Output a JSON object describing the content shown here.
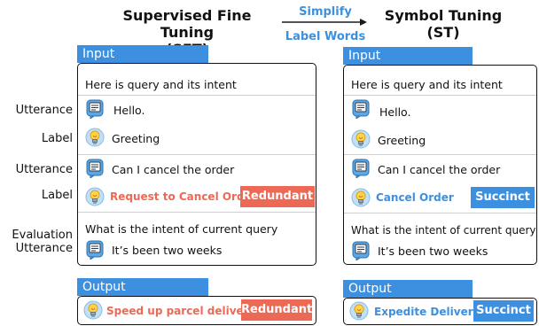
{
  "header": {
    "sft_line1": "Supervised Fine Tuning",
    "sft_line2": "(SFT)",
    "st_line1": "Symbol Tuning",
    "st_line2": "(ST)",
    "arrow_top": "Simplify",
    "arrow_bottom": "Label Words"
  },
  "side_labels": {
    "utterance1": "Utterance",
    "label1": "Label",
    "utterance2": "Utterance",
    "label2": "Label",
    "eval_line1": "Evaluation",
    "eval_line2": "Utterance"
  },
  "tabs": {
    "input": "Input",
    "output": "Output"
  },
  "common": {
    "intro": "Here is query and its intent",
    "utterance1": "Hello.",
    "label1": "Greeting",
    "utterance2": "Can I cancel the order",
    "question": "What is the intent of current query",
    "eval_utterance": "It’s been two weeks"
  },
  "sft": {
    "label2": "Request to Cancel Order",
    "badge": "Redundant",
    "output_label": "Speed up parcel delivery",
    "output_badge": "Redundant"
  },
  "st": {
    "label2": "Cancel Order",
    "badge": "Succinct",
    "output_label": "Expedite Delivery",
    "output_badge": "Succinct"
  },
  "colors": {
    "accent_blue": "#3d8fe0",
    "redundant_red": "#ec6a55"
  },
  "icons": {
    "utterance": "chat-message-icon",
    "label": "lightbulb-icon"
  }
}
